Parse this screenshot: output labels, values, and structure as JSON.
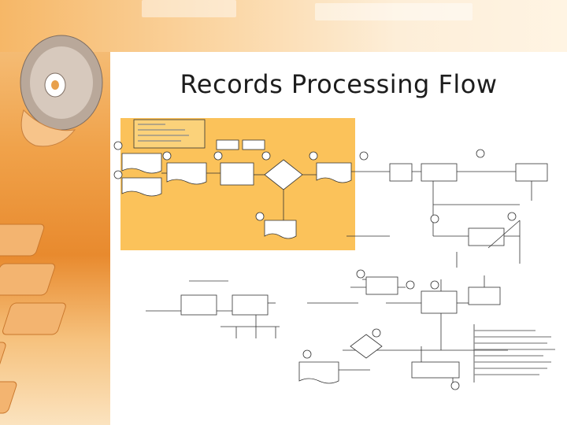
{
  "slide": {
    "title": "Records Processing Flow"
  },
  "theme": {
    "accent": "#f5a94c",
    "highlight_box": "#fbc25a",
    "background": "#ffffff"
  },
  "decor": {
    "disc": "cd-disc-image",
    "keyboard": "keyboard-keys-image"
  }
}
